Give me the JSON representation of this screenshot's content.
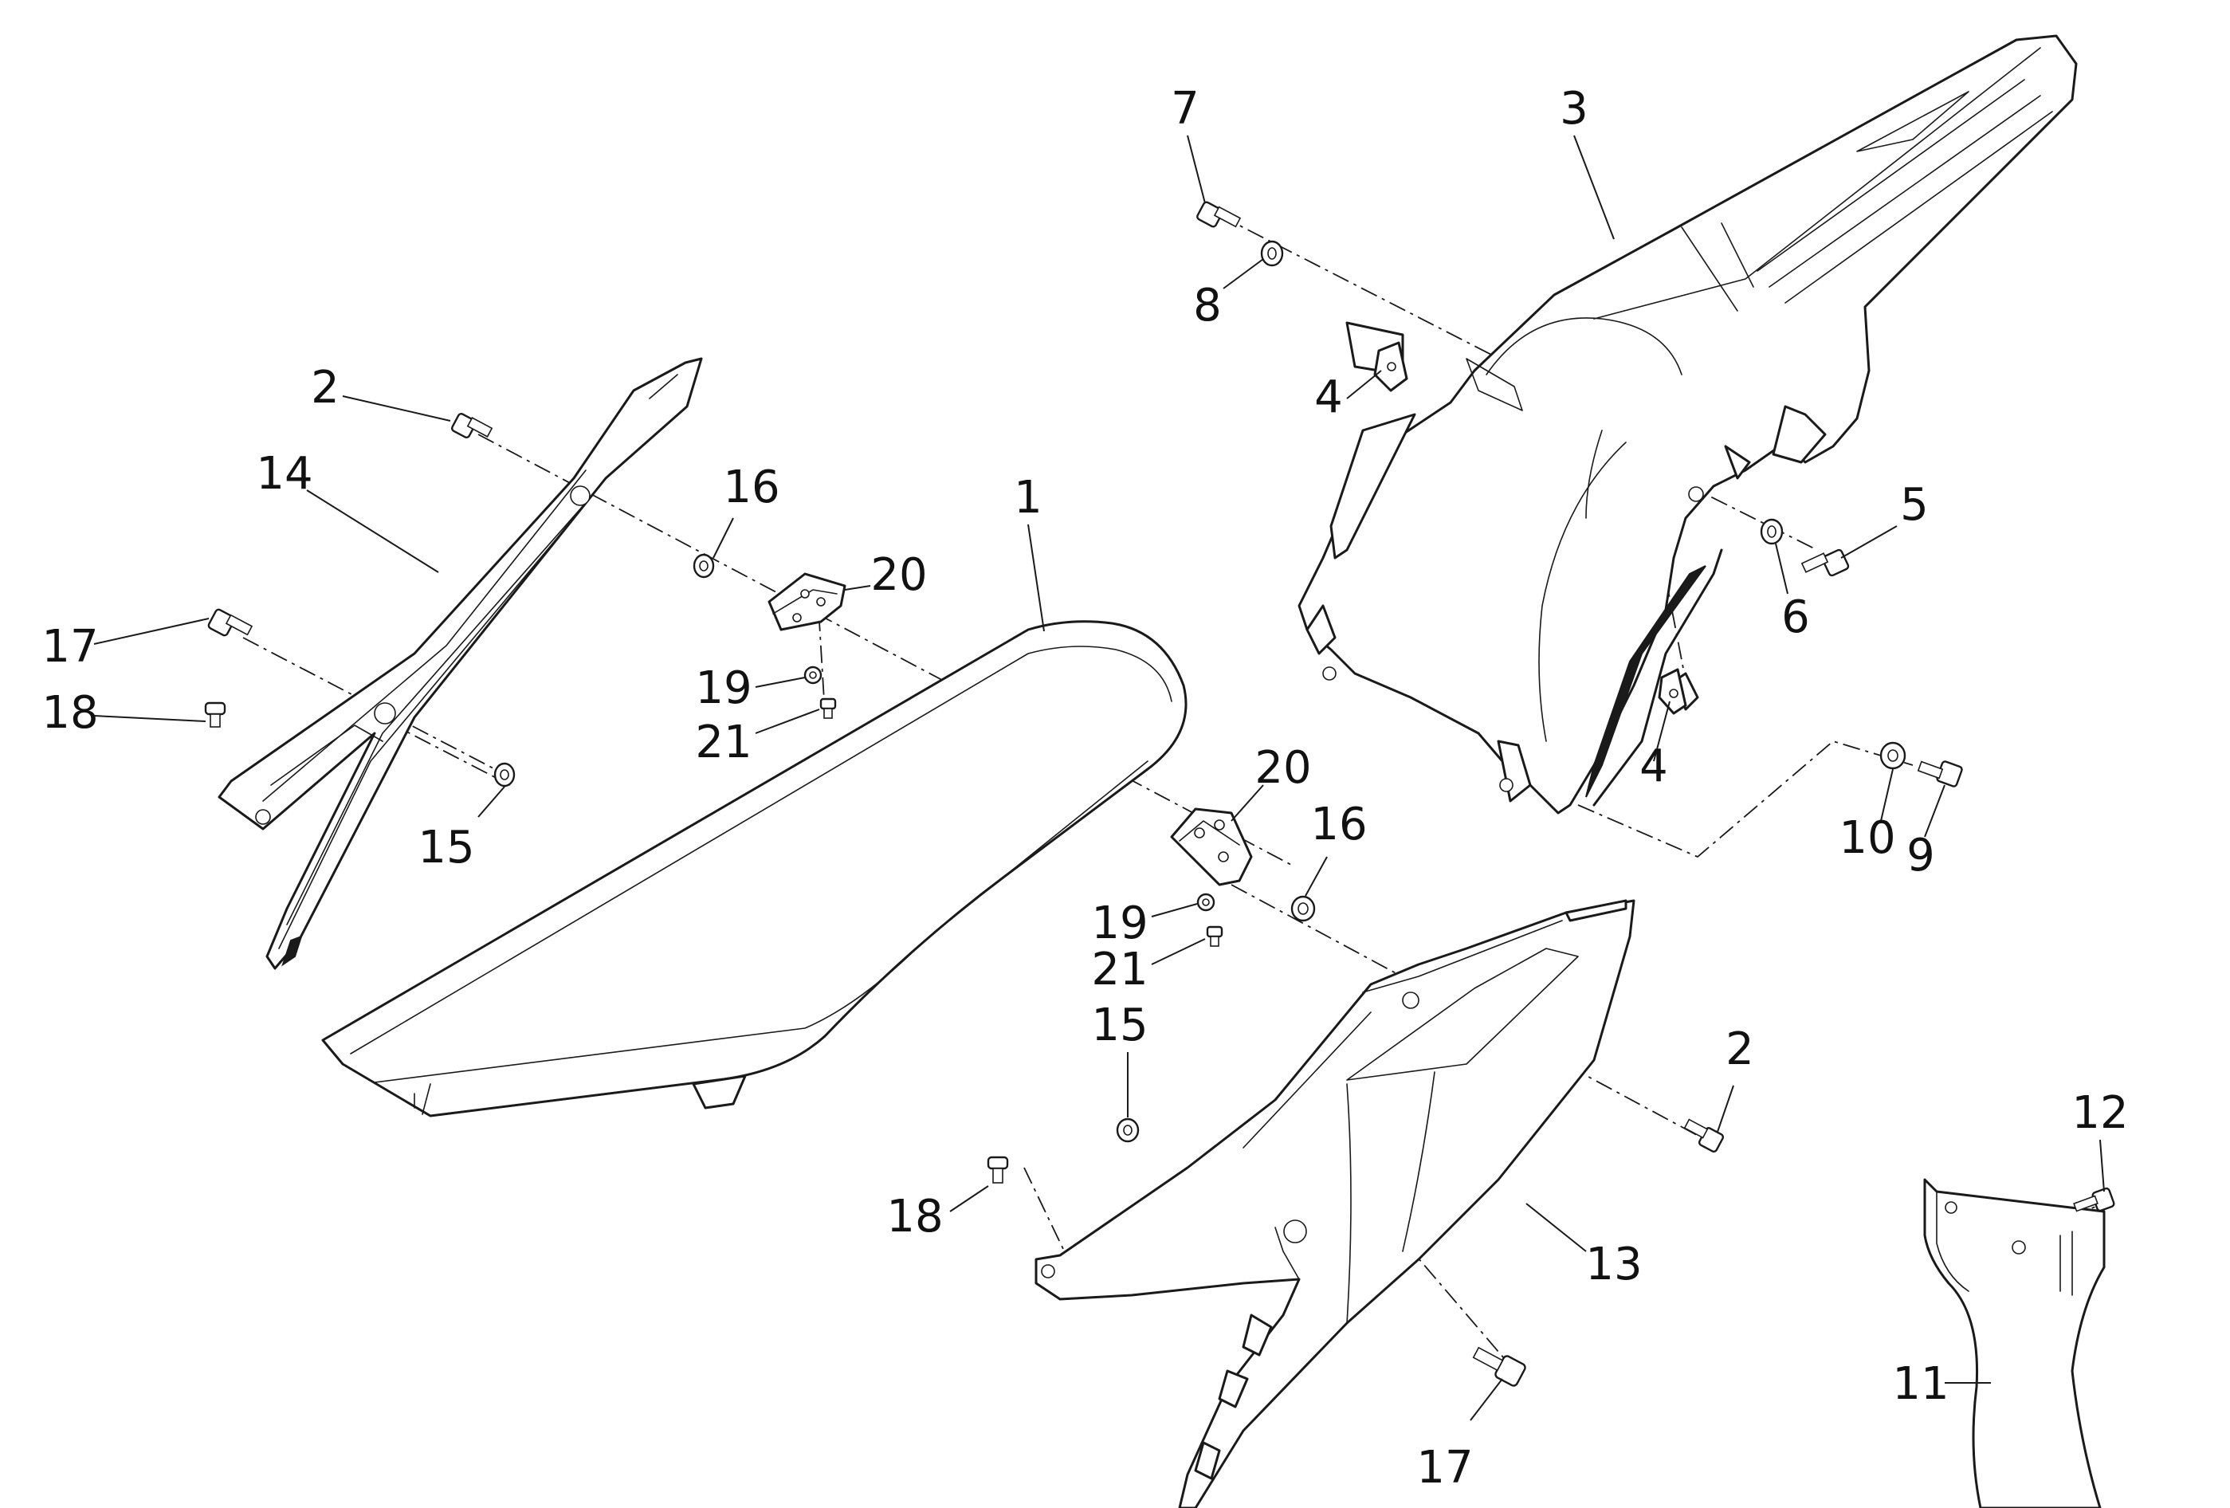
{
  "diagram": {
    "line_color": "#1a1a1a",
    "background": "#ffffff",
    "callouts": [
      {
        "id": "c1",
        "text": "1"
      },
      {
        "id": "c2a",
        "text": "2"
      },
      {
        "id": "c2b",
        "text": "2"
      },
      {
        "id": "c3",
        "text": "3"
      },
      {
        "id": "c4a",
        "text": "4"
      },
      {
        "id": "c4b",
        "text": "4"
      },
      {
        "id": "c5",
        "text": "5"
      },
      {
        "id": "c6",
        "text": "6"
      },
      {
        "id": "c7",
        "text": "7"
      },
      {
        "id": "c8",
        "text": "8"
      },
      {
        "id": "c9",
        "text": "9"
      },
      {
        "id": "c10",
        "text": "10"
      },
      {
        "id": "c11",
        "text": "11"
      },
      {
        "id": "c12",
        "text": "12"
      },
      {
        "id": "c13",
        "text": "13"
      },
      {
        "id": "c14",
        "text": "14"
      },
      {
        "id": "c15a",
        "text": "15"
      },
      {
        "id": "c15b",
        "text": "15"
      },
      {
        "id": "c16a",
        "text": "16"
      },
      {
        "id": "c16b",
        "text": "16"
      },
      {
        "id": "c17a",
        "text": "17"
      },
      {
        "id": "c17b",
        "text": "17"
      },
      {
        "id": "c18a",
        "text": "18"
      },
      {
        "id": "c18b",
        "text": "18"
      },
      {
        "id": "c19a",
        "text": "19"
      },
      {
        "id": "c19b",
        "text": "19"
      },
      {
        "id": "c20a",
        "text": "20"
      },
      {
        "id": "c20b",
        "text": "20"
      },
      {
        "id": "c21a",
        "text": "21"
      },
      {
        "id": "c21b",
        "text": "21"
      }
    ]
  }
}
